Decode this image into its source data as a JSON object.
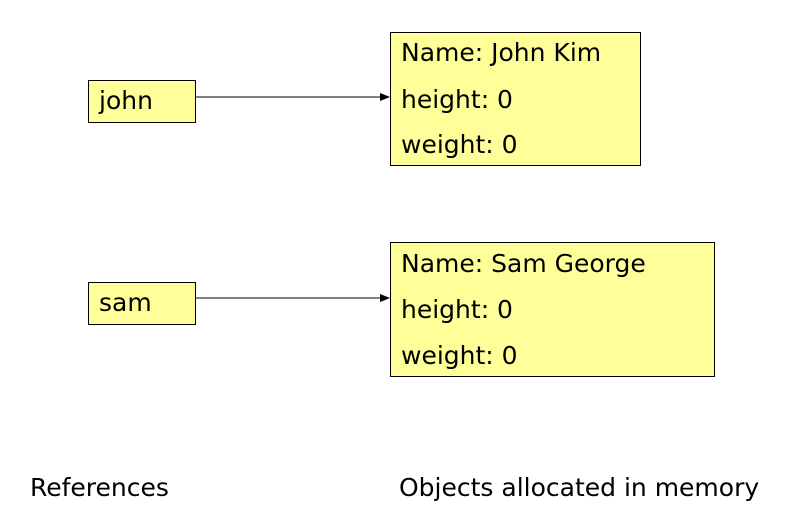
{
  "references": [
    {
      "label": "john"
    },
    {
      "label": "sam"
    }
  ],
  "objects": [
    {
      "name_line": "Name: John Kim",
      "height_line": "height: 0",
      "weight_line": "weight: 0"
    },
    {
      "name_line": "Name: Sam George",
      "height_line": "height: 0",
      "weight_line": "weight: 0"
    }
  ],
  "captions": {
    "references": "References",
    "objects": "Objects allocated in memory"
  },
  "colors": {
    "box_fill": "#ffff99",
    "border": "#000000"
  }
}
